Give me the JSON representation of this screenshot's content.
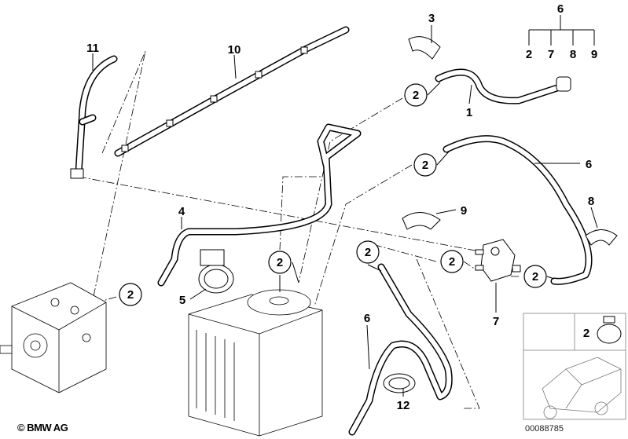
{
  "diagram": {
    "callouts": {
      "c11": "11",
      "c10": "10",
      "c3": "3",
      "c6_top": "6",
      "c6_sub_2": "2",
      "c6_sub_7": "7",
      "c6_sub_8": "8",
      "c6_sub_9": "9",
      "c1": "1",
      "c6_right": "6",
      "c9": "9",
      "c8": "8",
      "c4": "4",
      "c5": "5",
      "c7": "7",
      "c6_bottom": "6",
      "c12": "12",
      "inset_2": "2"
    },
    "circled": [
      "2",
      "2",
      "2",
      "2",
      "2",
      "2",
      "2"
    ]
  },
  "footer": {
    "copyright": "© BMW AG",
    "image_number": "00088785"
  }
}
